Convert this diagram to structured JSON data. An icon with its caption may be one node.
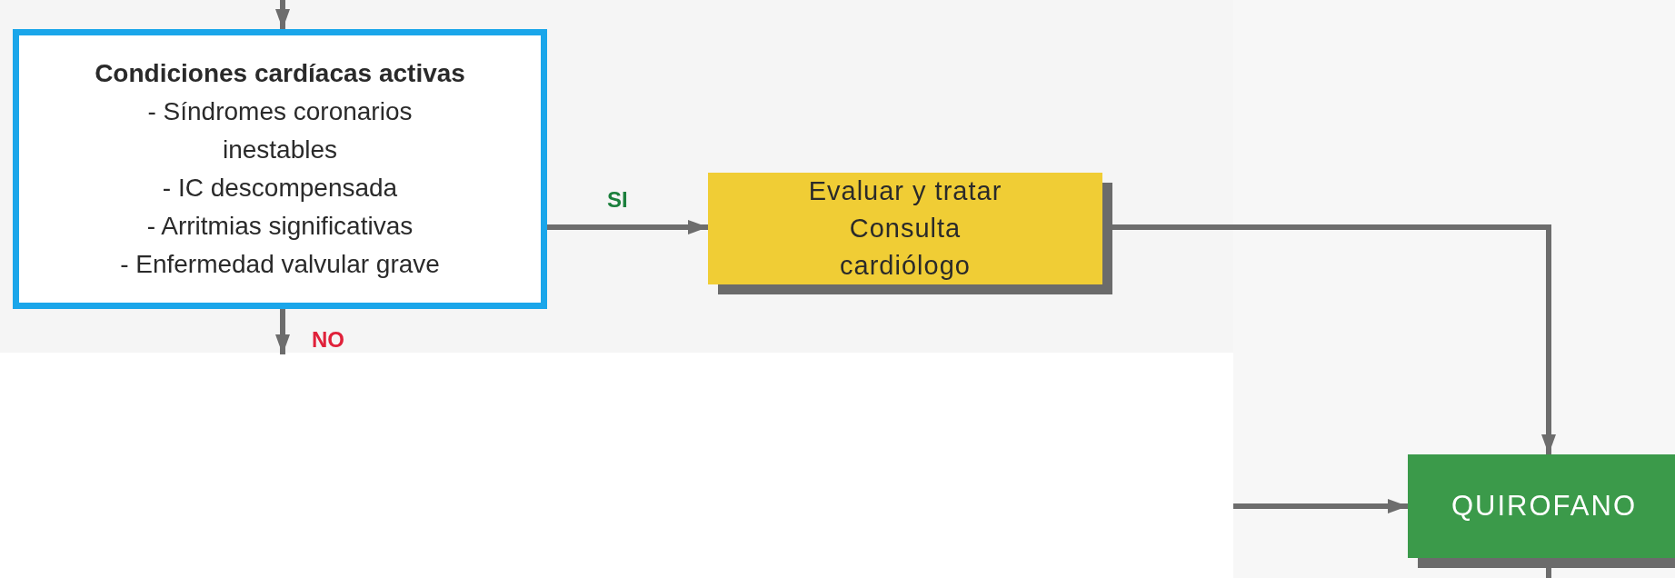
{
  "diagram": {
    "nodes": [
      {
        "text": [
          "Condiciones cardíacas activas",
          "- Síndromes coronarios inestables",
          "- IC descompensada",
          "- Arritmias significativas",
          "- Enfermedad valvular grave"
        ]
      },
      {
        "text": [
          "Evaluar y tratar Consulta cardiólogo"
        ]
      },
      {
        "text": [
          "QUIROFANO"
        ]
      }
    ],
    "edges": [
      {
        "from": null,
        "to": 0,
        "arrow": "to"
      },
      {
        "from": 0,
        "to": null,
        "arrow": "to",
        "label": "NO"
      },
      {
        "from": 0,
        "to": 1,
        "arrow": "to",
        "label": "SI"
      },
      {
        "from": 1,
        "to": 2,
        "arrow": "to"
      },
      {
        "from": null,
        "to": 2,
        "arrow": "to"
      },
      {
        "from": 2,
        "to": null,
        "arrow": "none"
      }
    ]
  }
}
